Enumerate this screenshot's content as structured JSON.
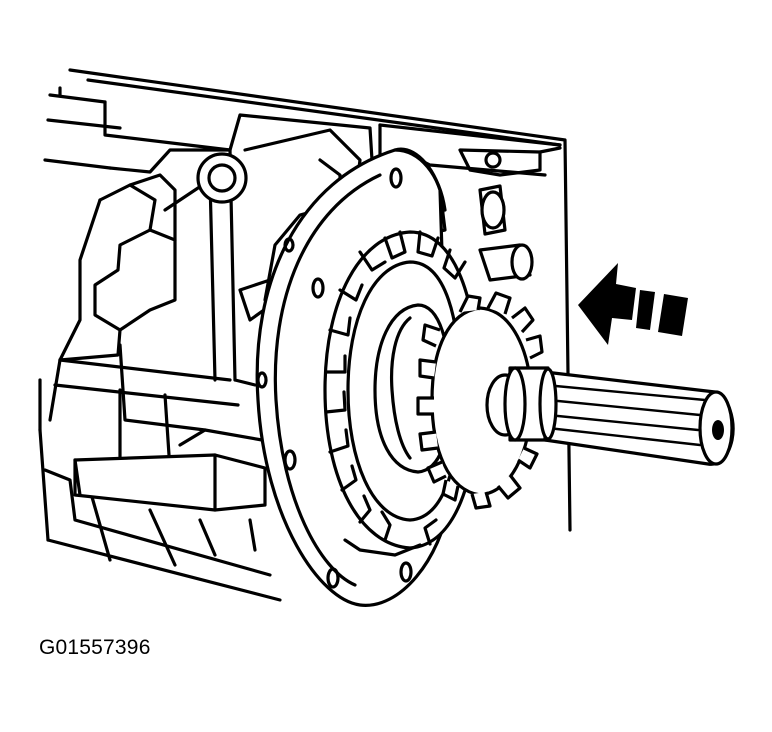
{
  "figure": {
    "id_label": "G01557396",
    "subject": "transmission-output-gear-and-shaft",
    "arrow": {
      "direction": "left",
      "color": "#000000"
    },
    "line_color": "#000000",
    "background": "#ffffff"
  }
}
